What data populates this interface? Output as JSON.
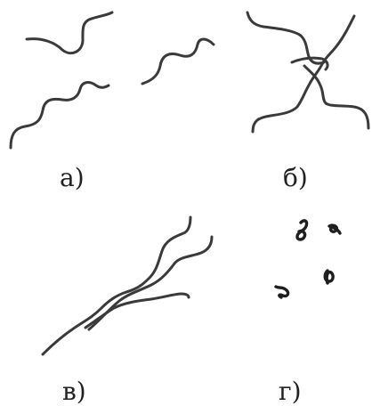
{
  "figure": {
    "stroke_color": "#3a3a3a",
    "panels": [
      {
        "id": "a",
        "label": "а)",
        "description_icon": "separate-chains-icon"
      },
      {
        "id": "b",
        "label": "б)",
        "description_icon": "crosslinked-chains-icon"
      },
      {
        "id": "v",
        "label": "в)",
        "description_icon": "bundled-chains-icon"
      },
      {
        "id": "g",
        "label": "г)",
        "description_icon": "coiled-chains-icon"
      }
    ]
  }
}
